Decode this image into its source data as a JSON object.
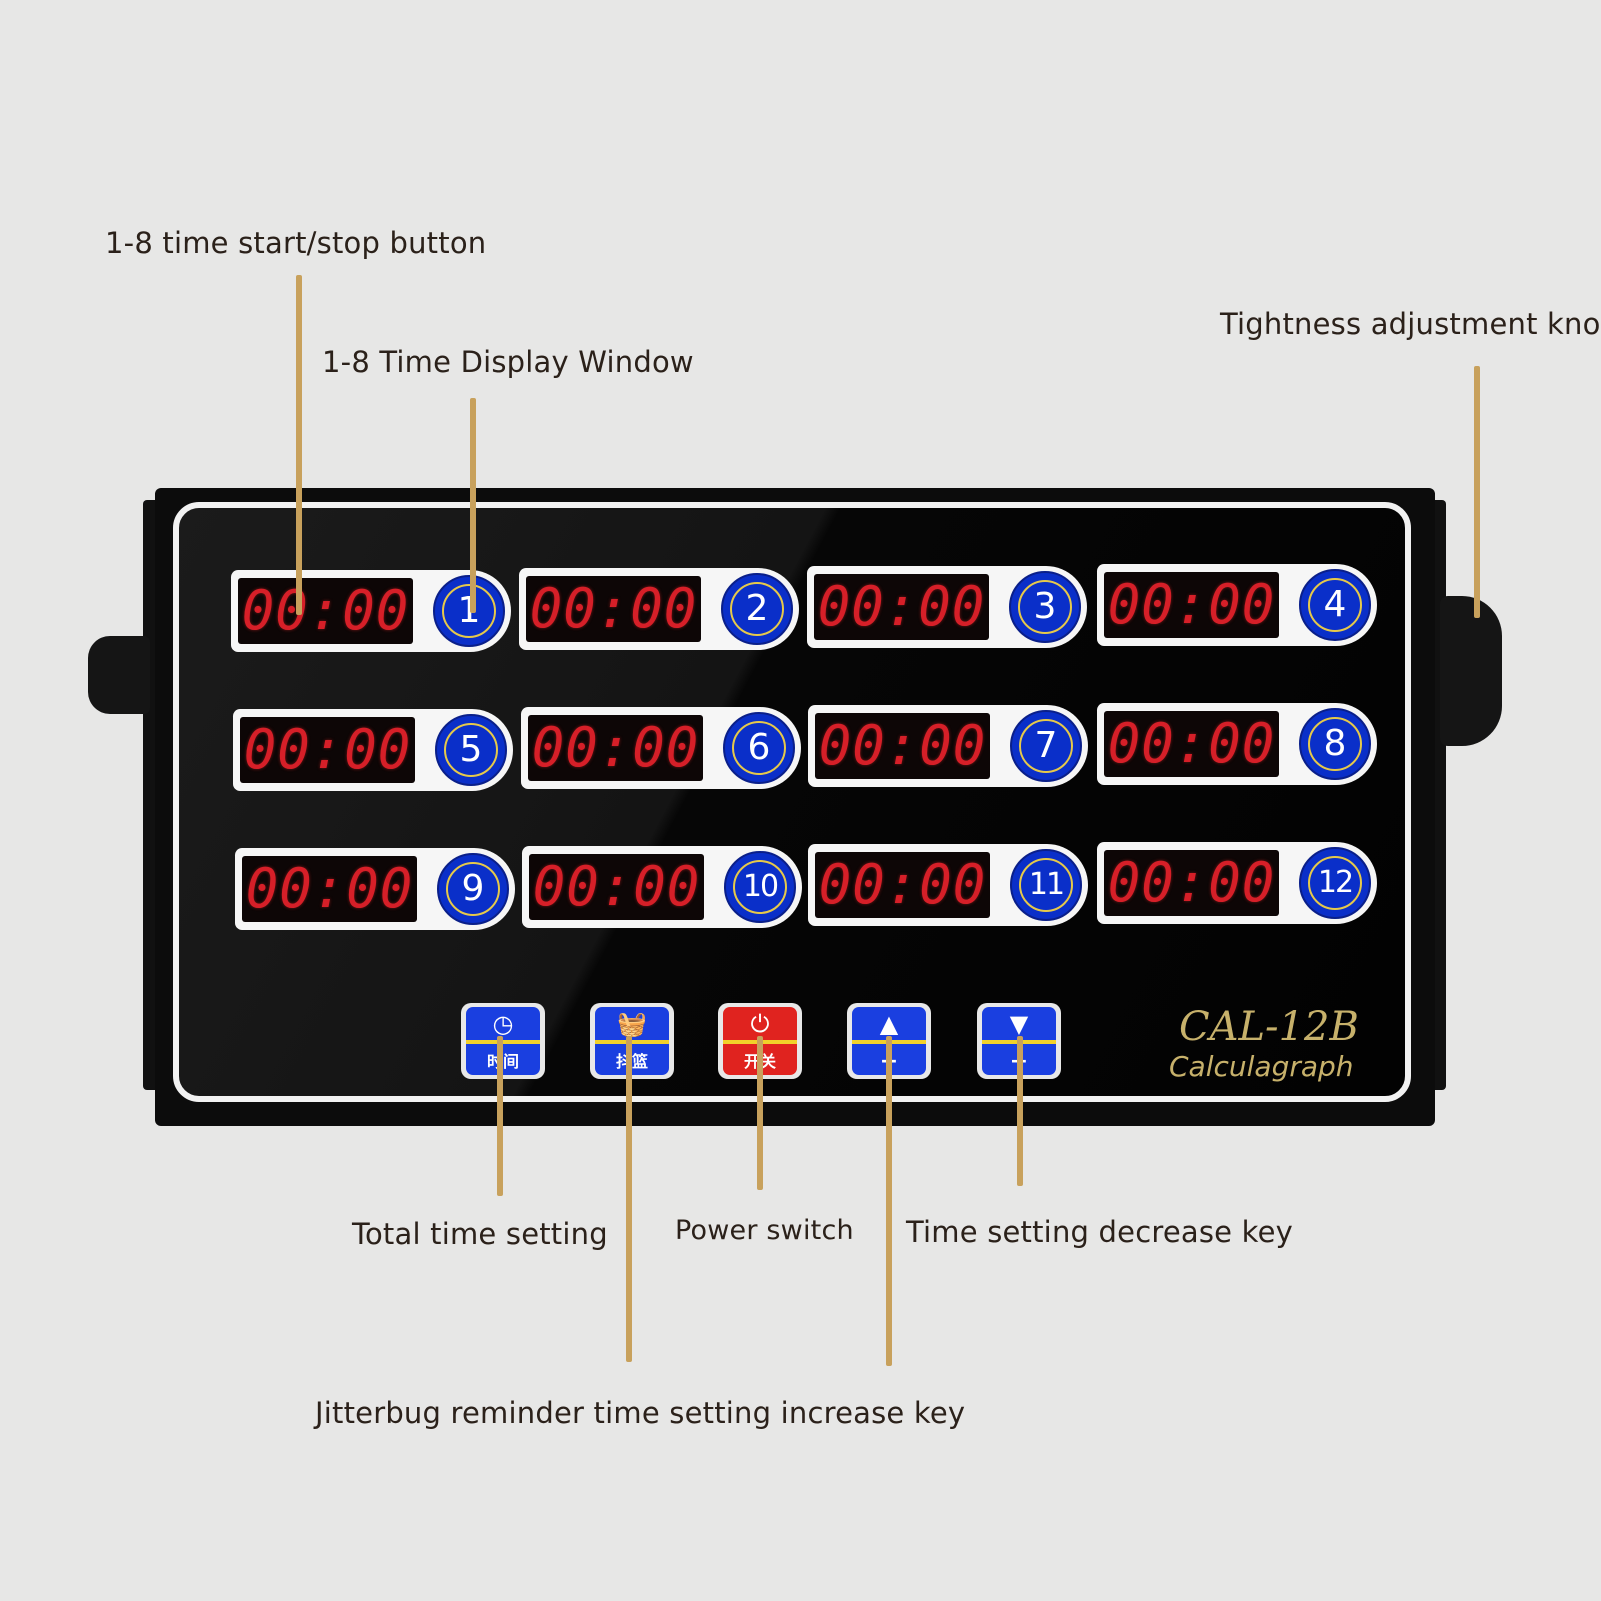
{
  "callouts": {
    "start_stop": "1-8 time start/stop button",
    "display_window": "1-8 Time Display Window",
    "knob": "Tightness adjustment knob",
    "total_time": "Total time setting",
    "power": "Power switch",
    "decrease": "Time setting decrease key",
    "increase": "Jitterbug reminder time setting increase key"
  },
  "timers": [
    {
      "display": "00:00",
      "button": "1"
    },
    {
      "display": "00:00",
      "button": "2"
    },
    {
      "display": "00:00",
      "button": "3"
    },
    {
      "display": "00:00",
      "button": "4"
    },
    {
      "display": "00:00",
      "button": "5"
    },
    {
      "display": "00:00",
      "button": "6"
    },
    {
      "display": "00:00",
      "button": "7"
    },
    {
      "display": "00:00",
      "button": "8"
    },
    {
      "display": "00:00",
      "button": "9"
    },
    {
      "display": "00:00",
      "button": "10"
    },
    {
      "display": "00:00",
      "button": "11"
    },
    {
      "display": "00:00",
      "button": "12"
    }
  ],
  "controls": {
    "time": {
      "glyph": "◷",
      "label": "时间"
    },
    "basket": {
      "glyph": "🧺",
      "label": "抖篮"
    },
    "power": {
      "glyph": "⏻",
      "label": "开关"
    },
    "plus": {
      "glyph": "▲",
      "label": "+"
    },
    "minus": {
      "glyph": "▼",
      "label": "−"
    }
  },
  "brand": {
    "model": "CAL-12B",
    "name": "Calculagraph"
  },
  "colors": {
    "lcd_digits": "#d61f28",
    "number_button": "#0a2fc9",
    "power_button": "#e0231f",
    "leader_line": "#c8a15c",
    "brand_text": "#c7b16b"
  }
}
